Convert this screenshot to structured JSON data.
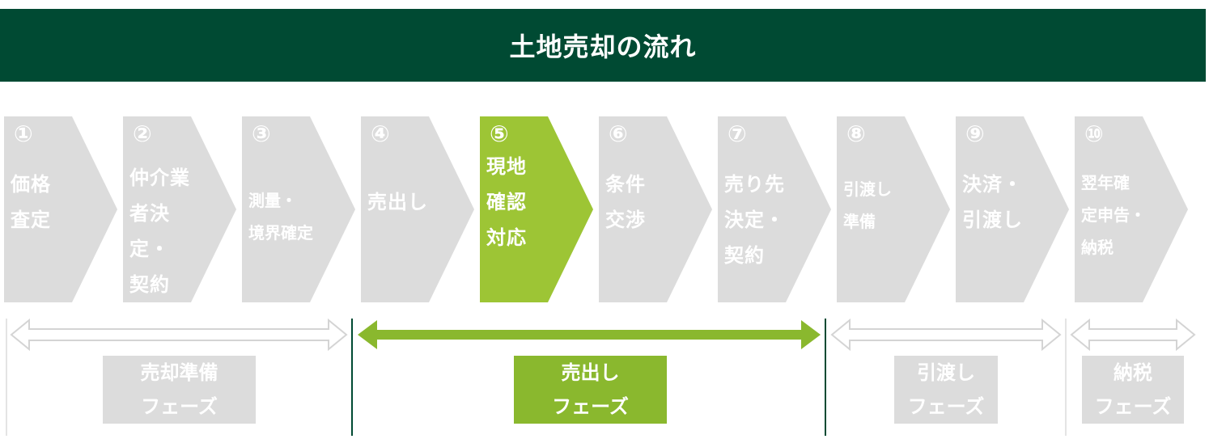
{
  "title": "土地売却の流れ",
  "colors": {
    "header": "#004a33",
    "inactive": "#dcdcdc",
    "active": "#9dc535",
    "phase_active": "#8ab82e",
    "divider": "#004a33",
    "arrow_inactive": "#d4d4d4"
  },
  "steps": [
    {
      "num": "①",
      "label": "価格\n査定"
    },
    {
      "num": "②",
      "label": "仲介業\n者決定・\n契約"
    },
    {
      "num": "③",
      "label": "測量・\n境界確定"
    },
    {
      "num": "④",
      "label": "売出し"
    },
    {
      "num": "⑤",
      "label": "現地\n確認\n対応",
      "active": true
    },
    {
      "num": "⑥",
      "label": "条件\n交渉"
    },
    {
      "num": "⑦",
      "label": "売り先\n決定・\n契約"
    },
    {
      "num": "⑧",
      "label": "引渡し\n準備"
    },
    {
      "num": "⑨",
      "label": "決済・\n引渡し"
    },
    {
      "num": "⑩",
      "label": "翌年確\n定申告・\n納税"
    }
  ],
  "phases": [
    {
      "line1": "売却準備",
      "line2": "フェーズ"
    },
    {
      "line1": "売出し",
      "line2": "フェーズ",
      "active": true
    },
    {
      "line1": "引渡し",
      "line2": "フェーズ"
    },
    {
      "line1": "納税",
      "line2": "フェーズ"
    }
  ]
}
